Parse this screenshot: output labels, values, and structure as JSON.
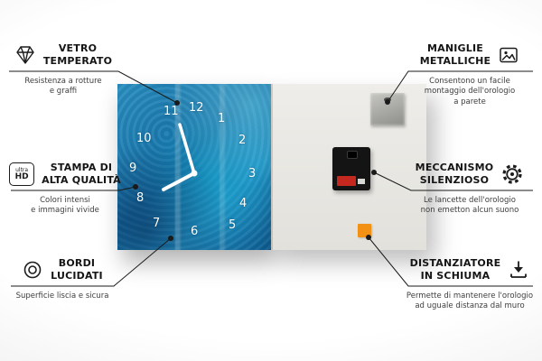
{
  "callouts": {
    "left": [
      {
        "icon": "diamond",
        "title": "VETRO\nTEMPERATO",
        "desc": "Resistenza a rotture\ne graffi"
      },
      {
        "icon": "ultra-hd",
        "icon_top": "ultra",
        "icon_bottom": "HD",
        "title": "STAMPA DI\nALTA QUALITÀ",
        "desc": "Colori intensi\ne immagini vivide"
      },
      {
        "icon": "polished-edge",
        "title": "BORDI\nLUCIDATI",
        "desc": "Superficie liscia e sicura"
      }
    ],
    "right": [
      {
        "icon": "picture",
        "title": "MANIGLIE\nMETALLICHE",
        "desc": "Consentono un facile\nmontaggio dell'orologio\na parete"
      },
      {
        "icon": "gear",
        "title": "MECCANISMO\nSILENZIOSO",
        "desc": "Le lancette dell'orologio\nnon emetton alcun suono"
      },
      {
        "icon": "arrow-down",
        "title": "DISTANZIATORE\nIN SCHIUMA",
        "desc": "Permette di mantenere l'orologio\nad uguale distanza dal muro"
      }
    ]
  },
  "clock": {
    "numbers": {
      "n1": "1",
      "n2": "2",
      "n3": "3",
      "n4": "4",
      "n5": "5",
      "n6": "6",
      "n7": "7",
      "n8": "8",
      "n9": "9",
      "n10": "10",
      "n11": "11",
      "n12": "12"
    }
  },
  "colors": {
    "clock_blue": "#1470a5",
    "spacer_orange": "#f39114",
    "line": "#1a1a1a"
  }
}
